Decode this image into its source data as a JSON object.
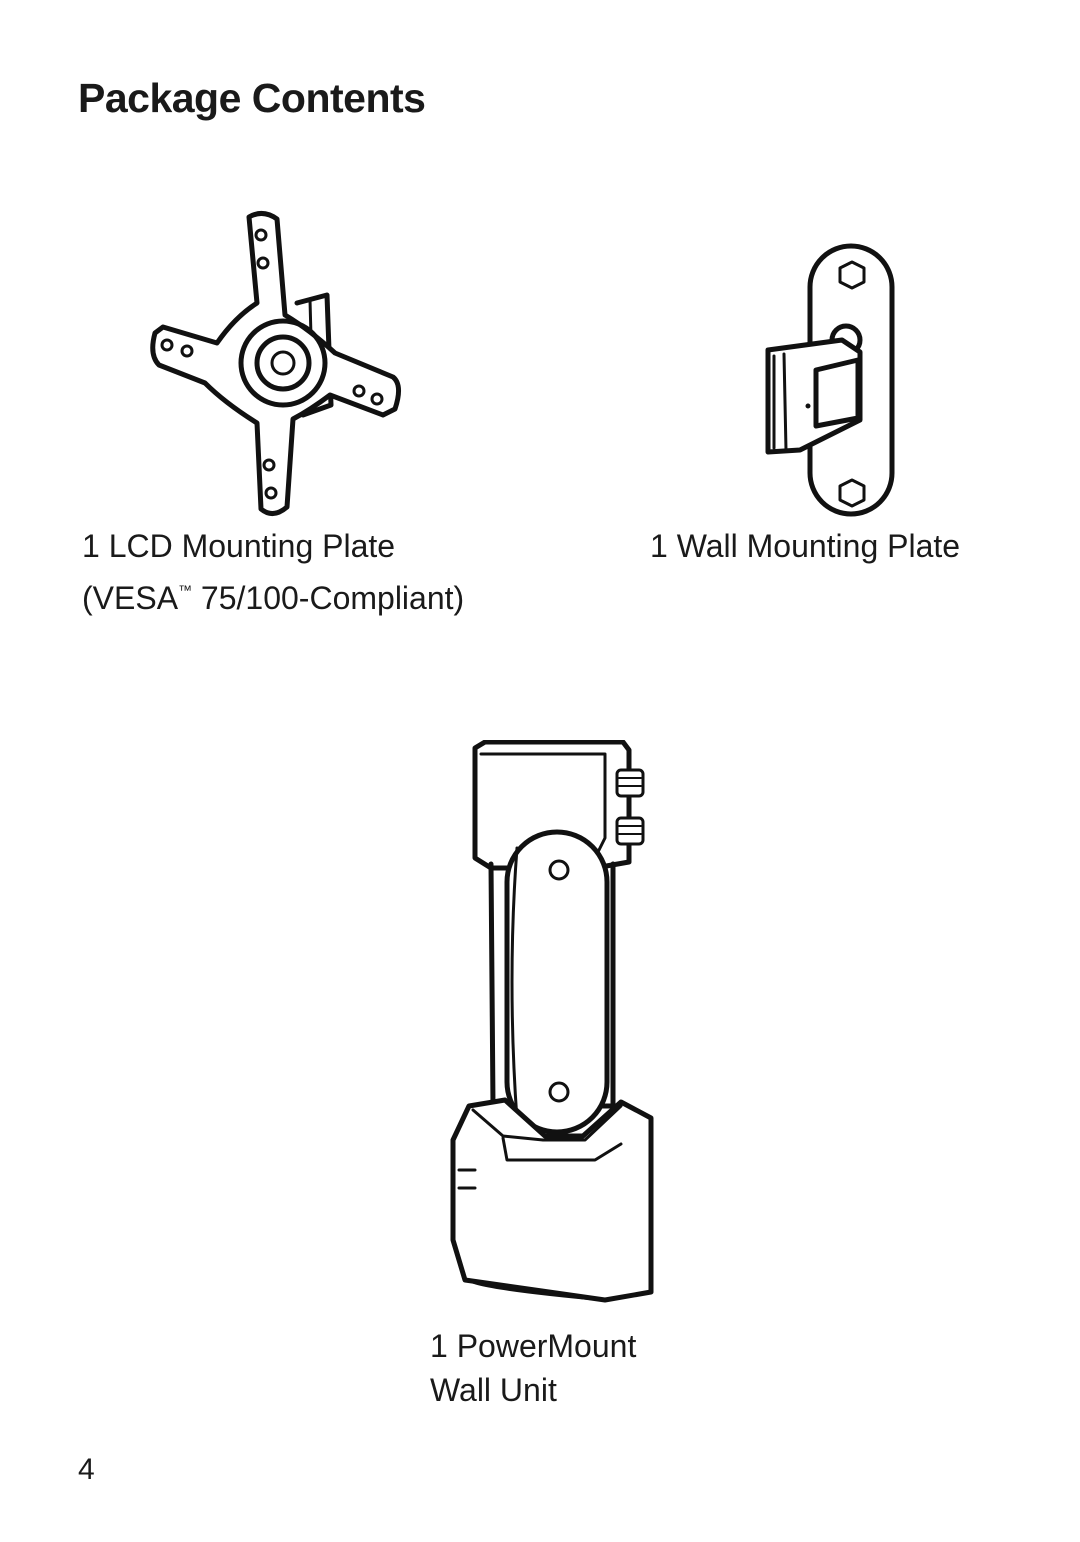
{
  "page": {
    "title": "Package Contents",
    "page_number": "4"
  },
  "items": [
    {
      "illustration_icon": "lcd-mounting-plate-icon",
      "caption_line1": "1 LCD Mounting Plate",
      "caption_line2_prefix": "(VESA",
      "trademark": "™",
      "caption_line2_suffix": " 75/100-Compliant)"
    },
    {
      "illustration_icon": "wall-mounting-plate-icon",
      "caption_line1": "1 Wall Mounting Plate"
    },
    {
      "illustration_icon": "powermount-wall-unit-icon",
      "caption_line1": "1 PowerMount",
      "caption_line2": "Wall Unit"
    }
  ]
}
